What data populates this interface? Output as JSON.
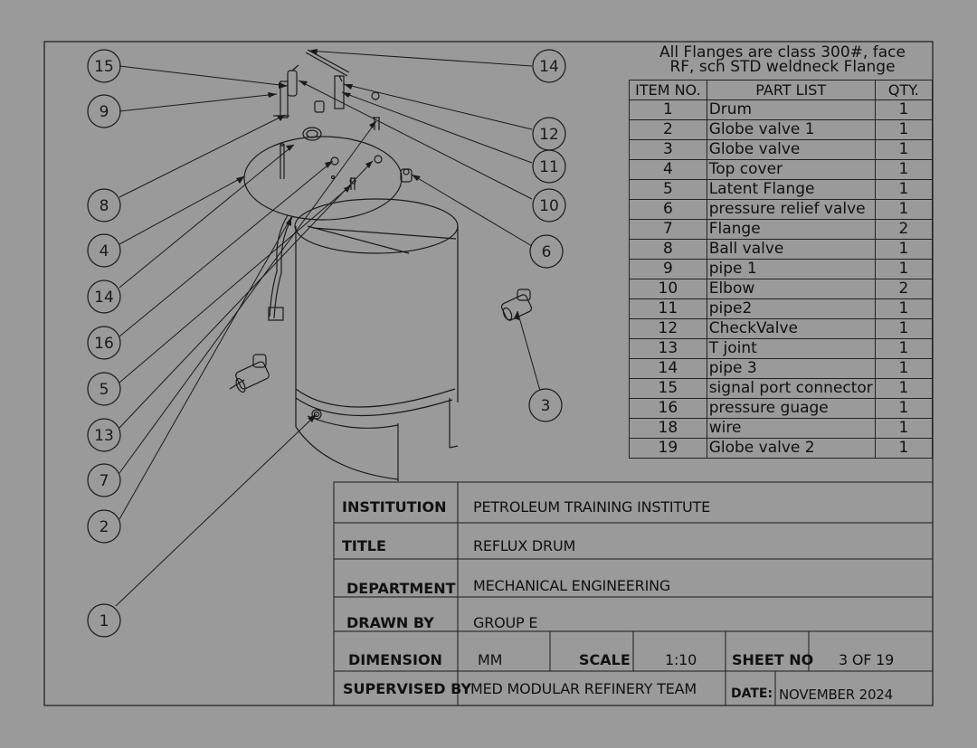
{
  "note": {
    "line1": "All Flanges are class 300#, face",
    "line2": "RF, sch STD weldneck Flange"
  },
  "parts_list": {
    "headers": {
      "item": "ITEM NO.",
      "description": "PART LIST",
      "qty": "QTY."
    },
    "rows": [
      {
        "item": "1",
        "description": "Drum",
        "qty": "1"
      },
      {
        "item": "2",
        "description": "Globe valve 1",
        "qty": "1"
      },
      {
        "item": "3",
        "description": "Globe valve",
        "qty": "1"
      },
      {
        "item": "4",
        "description": "Top cover",
        "qty": "1"
      },
      {
        "item": "5",
        "description": "Latent Flange",
        "qty": "1"
      },
      {
        "item": "6",
        "description": "pressure relief valve",
        "qty": "1"
      },
      {
        "item": "7",
        "description": "Flange",
        "qty": "2"
      },
      {
        "item": "8",
        "description": "Ball valve",
        "qty": "1"
      },
      {
        "item": "9",
        "description": "pipe 1",
        "qty": "1"
      },
      {
        "item": "10",
        "description": "Elbow",
        "qty": "2"
      },
      {
        "item": "11",
        "description": "pipe2",
        "qty": "1"
      },
      {
        "item": "12",
        "description": "CheckValve",
        "qty": "1"
      },
      {
        "item": "13",
        "description": "T joint",
        "qty": "1"
      },
      {
        "item": "14",
        "description": "pipe 3",
        "qty": "1"
      },
      {
        "item": "15",
        "description": "signal port connector",
        "qty": "1"
      },
      {
        "item": "16",
        "description": "pressure guage",
        "qty": "1"
      },
      {
        "item": "18",
        "description": "wire",
        "qty": "1"
      },
      {
        "item": "19",
        "description": "Globe valve 2",
        "qty": "1"
      }
    ]
  },
  "title_block": {
    "institution_label": "INSTITUTION",
    "institution": "PETROLEUM TRAINING INSTITUTE",
    "title_label": "TITLE",
    "title": "REFLUX DRUM",
    "department_label": "DEPARTMENT",
    "department": "MECHANICAL ENGINEERING",
    "drawn_by_label": "DRAWN BY",
    "drawn_by": "GROUP E",
    "dimension_label": "DIMENSION",
    "dimension": "MM",
    "scale_label": "SCALE",
    "scale": "1:10",
    "sheet_no_label": "SHEET NO",
    "sheet_no": "3 OF 19",
    "supervised_by_label": "SUPERVISED BY",
    "supervised_by": "MED MODULAR REFINERY TEAM",
    "date_label": "DATE:",
    "date": "NOVEMBER 2024"
  },
  "balloons": {
    "left": [
      "15",
      "9",
      "8",
      "4",
      "14",
      "16",
      "5",
      "13",
      "7",
      "2",
      "1"
    ],
    "right": [
      "14",
      "12",
      "11",
      "10",
      "6",
      "3"
    ]
  },
  "colors": {
    "background": "#9a9a9a",
    "line": "#1a1a1a"
  }
}
